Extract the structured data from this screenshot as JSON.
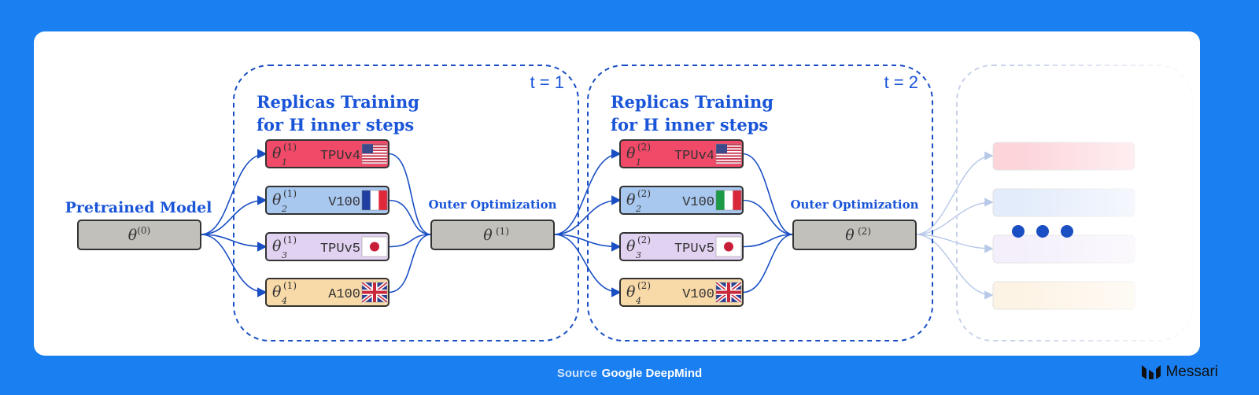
{
  "diagram": {
    "pretrained_label": "Pretrained Model",
    "theta0": "θ",
    "theta0_sup": "(0)",
    "stages": [
      {
        "t_label": "t = 1",
        "title_line1": "Replicas Training",
        "title_line2": "for H inner steps",
        "outer_label": "Outer Optimization",
        "outer_sup": "(1)",
        "replicas": [
          {
            "sub": "1",
            "sup": "(1)",
            "device": "TPUv4",
            "flag": "us",
            "color": "#f04a68"
          },
          {
            "sub": "2",
            "sup": "(1)",
            "device": "V100",
            "flag": "fr",
            "color": "#a9c8f0"
          },
          {
            "sub": "3",
            "sup": "(1)",
            "device": "TPUv5",
            "flag": "jp",
            "color": "#e2d2f2"
          },
          {
            "sub": "4",
            "sup": "(1)",
            "device": "A100",
            "flag": "uk",
            "color": "#f8d9a8"
          }
        ]
      },
      {
        "t_label": "t = 2",
        "title_line1": "Replicas Training",
        "title_line2": "for H inner steps",
        "outer_label": "Outer Optimization",
        "outer_sup": "(2)",
        "replicas": [
          {
            "sub": "1",
            "sup": "(2)",
            "device": "TPUv4",
            "flag": "us",
            "color": "#f04a68"
          },
          {
            "sub": "2",
            "sup": "(2)",
            "device": "V100",
            "flag": "it",
            "color": "#a9c8f0"
          },
          {
            "sub": "3",
            "sup": "(2)",
            "device": "TPUv5",
            "flag": "jp",
            "color": "#e2d2f2"
          },
          {
            "sub": "4",
            "sup": "(2)",
            "device": "V100",
            "flag": "uk",
            "color": "#f8d9a8"
          }
        ]
      }
    ],
    "accent": "#1a4fc4"
  },
  "footer": {
    "source_label": "Source",
    "source_name": "Google DeepMind",
    "brand": "Messari"
  }
}
